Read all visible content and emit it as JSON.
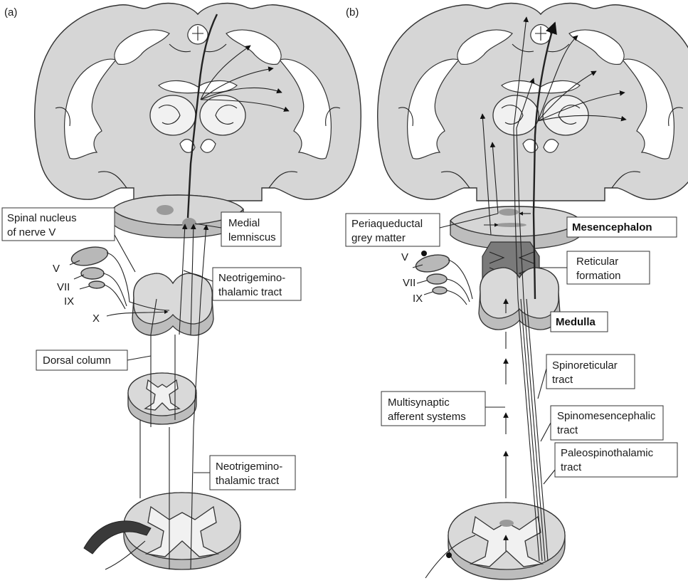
{
  "panels": [
    {
      "id": "a",
      "tag": "(a)",
      "labels": {
        "spinal_nucleus": [
          "Spinal nucleus",
          "of nerve V"
        ],
        "medial_lemniscus": [
          "Medial",
          "lemniscus"
        ],
        "neotrigemino_upper": [
          "Neotrigemino-",
          "thalamic tract"
        ],
        "dorsal_column": "Dorsal column",
        "neotrigemino_lower": [
          "Neotrigemino-",
          "thalamic tract"
        ],
        "nerves": [
          "V",
          "VII",
          "IX",
          "X"
        ]
      }
    },
    {
      "id": "b",
      "tag": "(b)",
      "labels": {
        "periaqueductal": [
          "Periaqueductal",
          "grey matter"
        ],
        "mesencephalon": "Mesencephalon",
        "reticular": [
          "Reticular",
          "formation"
        ],
        "medulla": "Medulla",
        "spinoreticular": [
          "Spinoreticular",
          "tract"
        ],
        "multisynaptic": [
          "Multisynaptic",
          "afferent systems"
        ],
        "spinomesencephalic": [
          "Spinomesencephalic",
          "tract"
        ],
        "paleospinothalamic": [
          "Paleospinothalamic",
          "tract"
        ],
        "nerves": [
          "V",
          "VII",
          "IX"
        ]
      }
    }
  ],
  "colors": {
    "tissue": "#d6d6d6",
    "grey_matter": "#f1f1f1",
    "dark_nucleus": "#9a9a9a",
    "reticular": "#7a7a7a",
    "ink": "#222222"
  }
}
